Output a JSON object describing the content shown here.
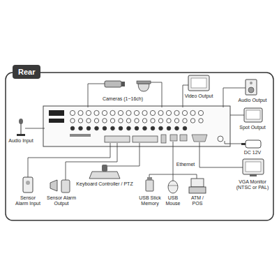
{
  "diagram": {
    "nodes": [
      {
        "text": [
          "Rear"
        ]
      }
    ],
    "labels": [
      "Cameras (1~16ch)",
      "Video Output",
      "Audio Output",
      "Audio Input",
      "Spot Output",
      "DC 12V",
      "Ethernet",
      "VGA Monitor (NTSC or PAL)",
      "Sensor Alarm Input",
      "Sensor Alarm Output",
      "Keyboard Controller / PTZ",
      "USB Stick Memory",
      "USB Mouse",
      "ATM / POS"
    ]
  }
}
